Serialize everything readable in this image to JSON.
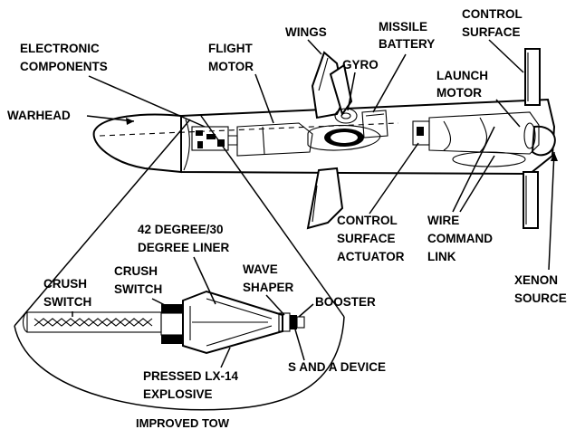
{
  "labels": {
    "electronic_components": [
      "ELECTRONIC",
      "COMPONENTS"
    ],
    "flight_motor": [
      "FLIGHT",
      "MOTOR"
    ],
    "wings": "WINGS",
    "gyro": "GYRO",
    "missile_battery": [
      "MISSILE",
      "BATTERY"
    ],
    "control_surface": [
      "CONTROL",
      "SURFACE"
    ],
    "launch_motor": [
      "LAUNCH",
      "MOTOR"
    ],
    "warhead": "WARHEAD",
    "control_surface_actuator": [
      "CONTROL",
      "SURFACE",
      "ACTUATOR"
    ],
    "wire_command_link": [
      "WIRE",
      "COMMAND",
      "LINK"
    ],
    "xenon_source": [
      "XENON",
      "SOURCE"
    ],
    "liner": [
      "42 DEGREE/30",
      "DEGREE LINER"
    ],
    "crush_switch_outer": [
      "CRUSH",
      "SWITCH"
    ],
    "crush_switch_inner": [
      "CRUSH",
      "SWITCH"
    ],
    "wave_shaper": [
      "WAVE",
      "SHAPER"
    ],
    "booster": "BOOSTER",
    "s_and_a_device": "S AND A DEVICE",
    "pressed_explosive": [
      "PRESSED LX-14",
      "EXPLOSIVE"
    ]
  },
  "caption": "IMPROVED TOW"
}
